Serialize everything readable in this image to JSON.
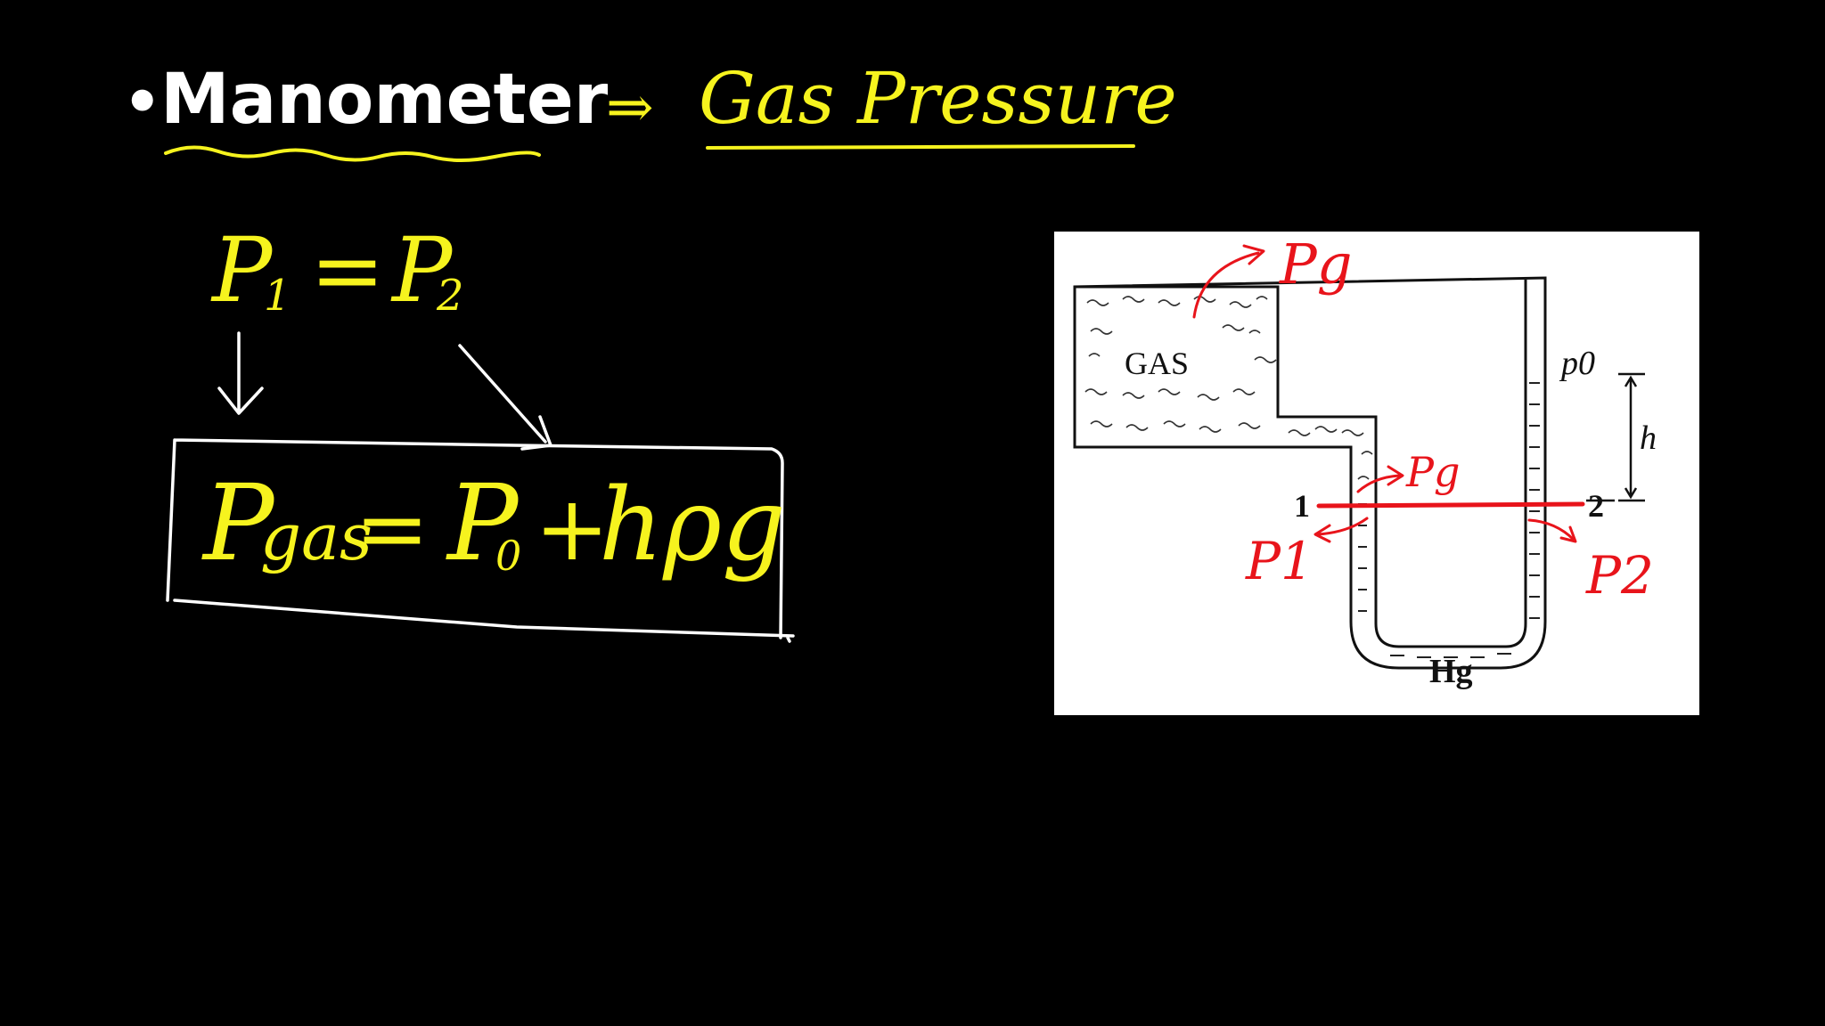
{
  "slide": {
    "bullet": "•",
    "title": "Manometer",
    "arrow": "⇒",
    "subtitle": "Gas Pressure"
  },
  "notes": {
    "equation_1": {
      "lhs": "P1",
      "eq": "=",
      "rhs": "P2",
      "sub1": "1",
      "sub2": "2"
    },
    "boxed": {
      "p": "P",
      "gas": "gas",
      "eq": "=",
      "p0": "P",
      "zero": "0",
      "plus": "+",
      "hpg": "hρg"
    }
  },
  "diagram": {
    "gas_label": "GAS",
    "mercury_label": "Hg",
    "p0_label": "p0",
    "h_label": "h",
    "point_1": "1",
    "point_2": "2",
    "annotations": {
      "pg_top": "Pg",
      "pg_mid": "Pg",
      "p1": "P1",
      "p2": "P2"
    }
  },
  "colors": {
    "background": "#000000",
    "ink_yellow": "#f6f31e",
    "ink_white": "#ffffff",
    "ink_red": "#e8141b",
    "diagram_bg": "#ffffff",
    "diagram_ink": "#111111"
  }
}
